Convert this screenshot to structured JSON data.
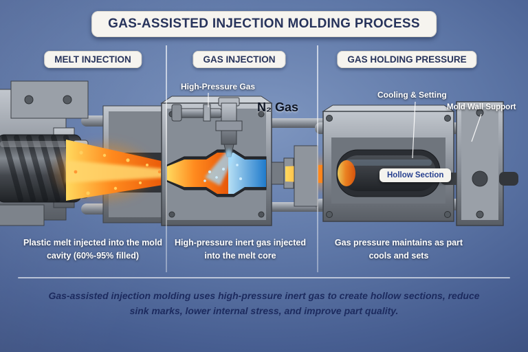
{
  "title": "GAS-ASSISTED INJECTION MOLDING PROCESS",
  "stages": [
    {
      "label": "MELT INJECTION",
      "caption": "Plastic melt injected into the mold cavity (60%-95% filled)"
    },
    {
      "label": "GAS INJECTION",
      "caption": "High-pressure inert gas injected into the melt core"
    },
    {
      "label": "GAS HOLDING PRESSURE",
      "caption": "Gas pressure maintains as part cools and sets"
    }
  ],
  "annotations": {
    "high_pressure_gas": "High-Pressure Gas",
    "n2_gas": "N₂ Gas",
    "cooling_setting": "Cooling & Setting",
    "mold_wall_support": "Mold Wall Support",
    "hollow_section": "Hollow Section"
  },
  "footer": "Gas-assisted injection molding uses high-pressure inert gas to create hollow sections, reduce sink marks, lower internal stress, and improve part quality.",
  "colors": {
    "background_blue": "#5d76a6",
    "panel_white": "#f6f4ef",
    "heading_navy": "#27335b",
    "melt_orange": "#ff8a1e",
    "gas_blue": "#2b8fe0",
    "footer_navy": "#1c2a5e"
  }
}
